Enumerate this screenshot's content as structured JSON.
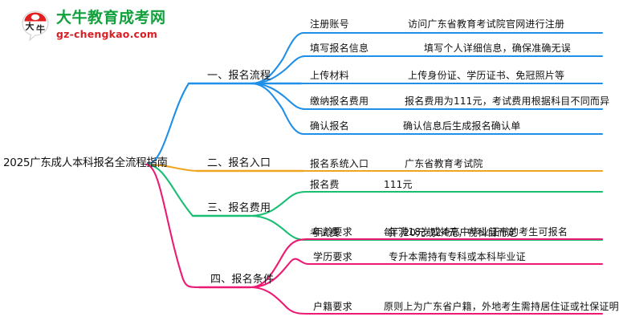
{
  "logo": {
    "mark_name": "daniu-speech-bubble-logo",
    "title": "大牛教育成考网",
    "subtitle": "gz-chengkao.com",
    "title_color": "#12a03c",
    "subtitle_color": "#d91f24",
    "mark_red": "#e02020"
  },
  "mindmap": {
    "root": {
      "label": "2025广东成人本科报名全流程指南"
    },
    "branches": [
      {
        "label": "一、报名流程",
        "color": "#1f8fe8",
        "children": [
          {
            "label": "注册账号",
            "detail": "访问广东省教育考试院官网进行注册"
          },
          {
            "label": "填写报名信息",
            "detail": "填写个人详细信息，确保准确无误"
          },
          {
            "label": "上传材料",
            "detail": "上传身份证、学历证书、免冠照片等"
          },
          {
            "label": "缴纳报名费用",
            "detail": "报名费用为111元，考试费用根据科目不同而异"
          },
          {
            "label": "确认报名",
            "detail": "确认信息后生成报名确认单"
          }
        ]
      },
      {
        "label": "二、报名入口",
        "color": "#f0a51e",
        "children": [
          {
            "label": "报名系统入口",
            "detail": "广东省教育考试院"
          }
        ]
      },
      {
        "label": "三、报名费用",
        "color": "#19be73",
        "children": [
          {
            "label": "报名费",
            "detail": "111元"
          },
          {
            "label": "考试费",
            "detail": "每门20元或24元，视科目而定"
          }
        ]
      },
      {
        "label": "四、报名条件",
        "color": "#ec1a72",
        "children": [
          {
            "label": "年龄要求",
            "detail": "年满18岁或持高中毕业证书的考生可报名"
          },
          {
            "label": "学历要求",
            "detail": "专升本需持有专科或本科毕业证"
          },
          {
            "label": "户籍要求",
            "detail": "原则上为广东省户籍，外地考生需持居住证或社保证明"
          }
        ]
      }
    ]
  }
}
